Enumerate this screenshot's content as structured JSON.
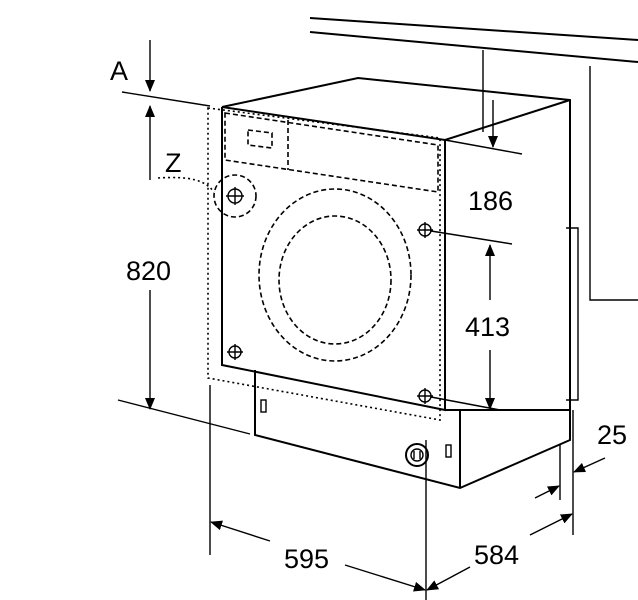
{
  "diagram": {
    "labels": {
      "a": "A",
      "z": "Z",
      "height": "820",
      "top_offset": "186",
      "hinge_spacing": "413",
      "depth_offset": "25",
      "width": "595",
      "depth": "584"
    }
  }
}
